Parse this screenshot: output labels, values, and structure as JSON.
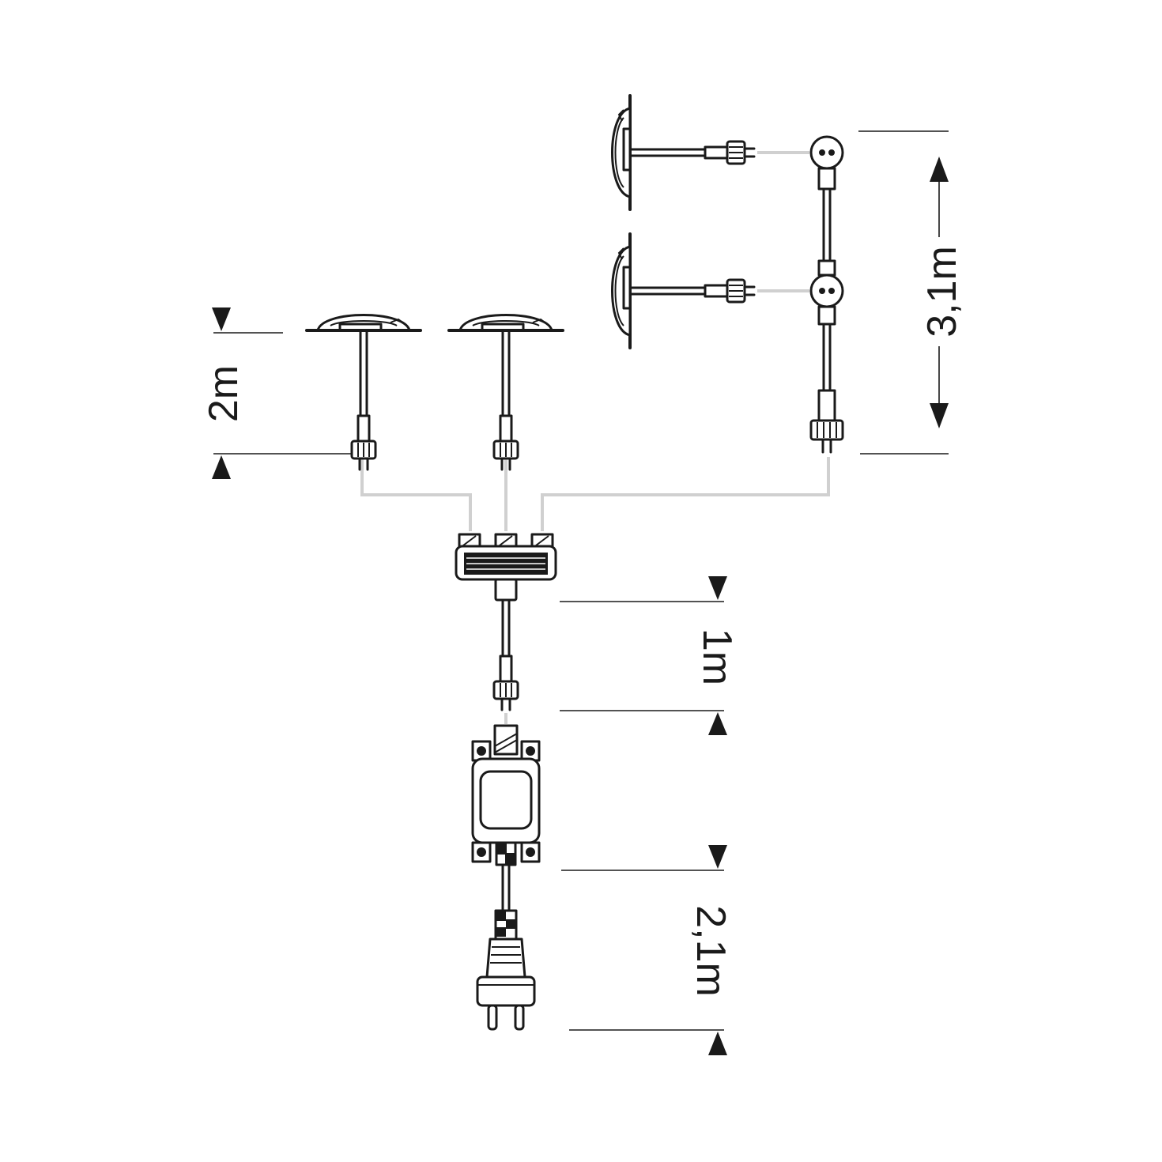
{
  "dimensions": {
    "spot_cable": "2m",
    "wall_cable": "3,1m",
    "hub_cable": "1m",
    "power_cable": "2,1m"
  },
  "colors": {
    "line": "#1a1a1a",
    "wire_connection": "#d0d0d0",
    "background": "#ffffff"
  },
  "components": [
    "ground-spot-left",
    "ground-spot-right",
    "wall-light-top",
    "wall-light-bottom",
    "t-connector-cable",
    "three-way-distributor",
    "transformer",
    "mains-plug"
  ]
}
